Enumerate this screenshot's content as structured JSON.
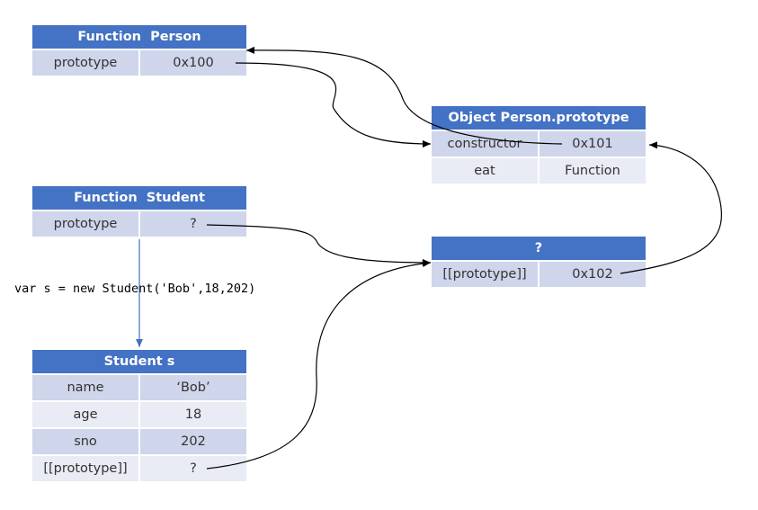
{
  "tables": {
    "function_person": {
      "title": "Function  Person",
      "rows": [
        {
          "key": "prototype",
          "value": "0x100"
        }
      ]
    },
    "person_prototype": {
      "title": "Object Person.prototype",
      "rows": [
        {
          "key": "constructor",
          "value": "0x101"
        },
        {
          "key": "eat",
          "value": "Function"
        }
      ]
    },
    "function_student": {
      "title": "Function  Student",
      "rows": [
        {
          "key": "prototype",
          "value": "?"
        }
      ]
    },
    "unknown_object": {
      "title": "?",
      "rows": [
        {
          "key": "[[prototype]]",
          "value": "0x102"
        }
      ]
    },
    "student_s": {
      "title": "Student s",
      "rows": [
        {
          "key": "name",
          "value": "‘Bob’"
        },
        {
          "key": "age",
          "value": "18"
        },
        {
          "key": "sno",
          "value": "202"
        },
        {
          "key": "[[prototype]]",
          "value": "?"
        }
      ]
    }
  },
  "code": "var s = new Student('Bob',18,202)",
  "colors": {
    "header": "#4472c4",
    "row_dark": "#cfd5ea",
    "row_light": "#e9ebf5",
    "connector": "#000000",
    "vertical_arrow": "#4472c4"
  }
}
